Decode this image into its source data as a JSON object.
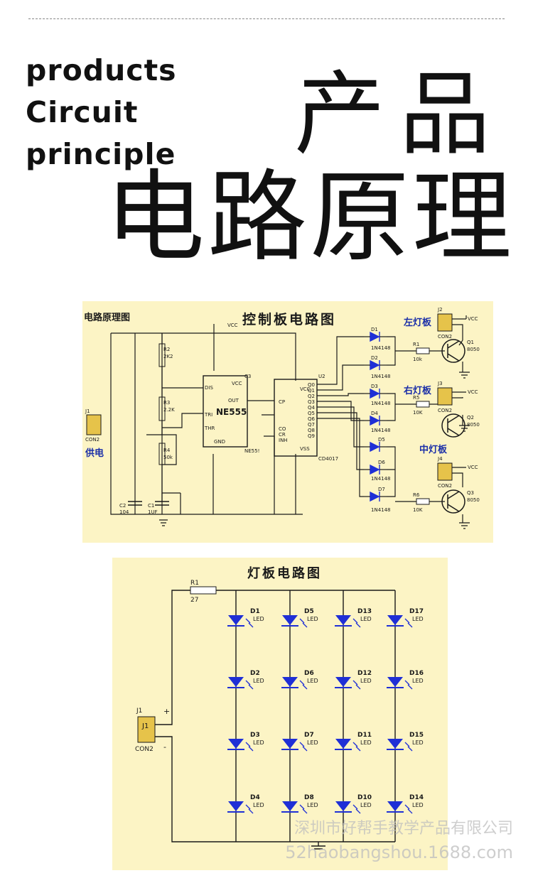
{
  "header": {
    "title_en": [
      "products",
      "Circuit",
      "principle"
    ],
    "title_cn_line1": "产品",
    "title_cn_line2": "电路原理"
  },
  "control_board": {
    "corner_label": "电路原理图",
    "title": "控制板电路图",
    "power_label": "供电",
    "left_lamp": "左灯板",
    "right_lamp": "右灯板",
    "mid_lamp": "中灯板",
    "vcc": "VCC",
    "j1": "J1",
    "con2": "CON2",
    "j2": "J2",
    "j3": "J3",
    "j4": "J4",
    "ne555": "NE555",
    "ne555_ref": "NE55!",
    "cd4017": "CD4017",
    "c3": "C3",
    "u2": "U2",
    "r2": "R2",
    "r2_val": "2K2",
    "r3": "R3",
    "r3_val": "2.2K",
    "r4": "R4",
    "r4_val": "50k",
    "c1": "C1",
    "c1_val": "1UF",
    "c2": "C2",
    "c2_val": "104",
    "r1": "R1",
    "r1_val": "10k",
    "r5": "R5",
    "r5_val": "10K",
    "r6": "R6",
    "r6_val": "10K",
    "q1": "Q1",
    "q2": "Q2",
    "q3": "Q3",
    "q_type": "8050",
    "diode_type": "1N4148",
    "diodes": [
      "D1",
      "D2",
      "D3",
      "D4",
      "D5",
      "D6",
      "D7"
    ],
    "ne555_pins": {
      "dis": "DIS",
      "tri": "TRI",
      "thr": "THR",
      "vcc": "VCC",
      "out": "OUT",
      "gnd": "GND"
    },
    "cd4017_pins": {
      "cp": "CP",
      "co": "CO",
      "cr": "CR",
      "inh": "INH",
      "vcc": "VCC",
      "vss": "VSS"
    },
    "cd4017_q": [
      "Q0",
      "Q1",
      "Q2",
      "Q3",
      "Q4",
      "Q5",
      "Q6",
      "Q7",
      "Q8",
      "Q9"
    ]
  },
  "lamp_board": {
    "title": "灯板电路图",
    "j1": "J1",
    "con2": "CON2",
    "r1": "R1",
    "r1_val": "27",
    "plus": "+",
    "minus": "-",
    "led": "LED",
    "columns": [
      [
        "D1",
        "D2",
        "D3",
        "D4"
      ],
      [
        "D5",
        "D6",
        "D7",
        "D8"
      ],
      [
        "D13",
        "D12",
        "D11",
        "D10"
      ],
      [
        "D17",
        "D16",
        "D15",
        "D14"
      ]
    ]
  },
  "watermark": {
    "company": "深圳市好帮手教学产品有限公司",
    "url": "52haobangshou.1688.com"
  },
  "colors": {
    "panel_bg": "#fcf4c5",
    "wire": "#1a1a1a",
    "diode": "#1f2fd6",
    "label_blue": "#1a2ea8",
    "connector": "#e6c34a"
  }
}
